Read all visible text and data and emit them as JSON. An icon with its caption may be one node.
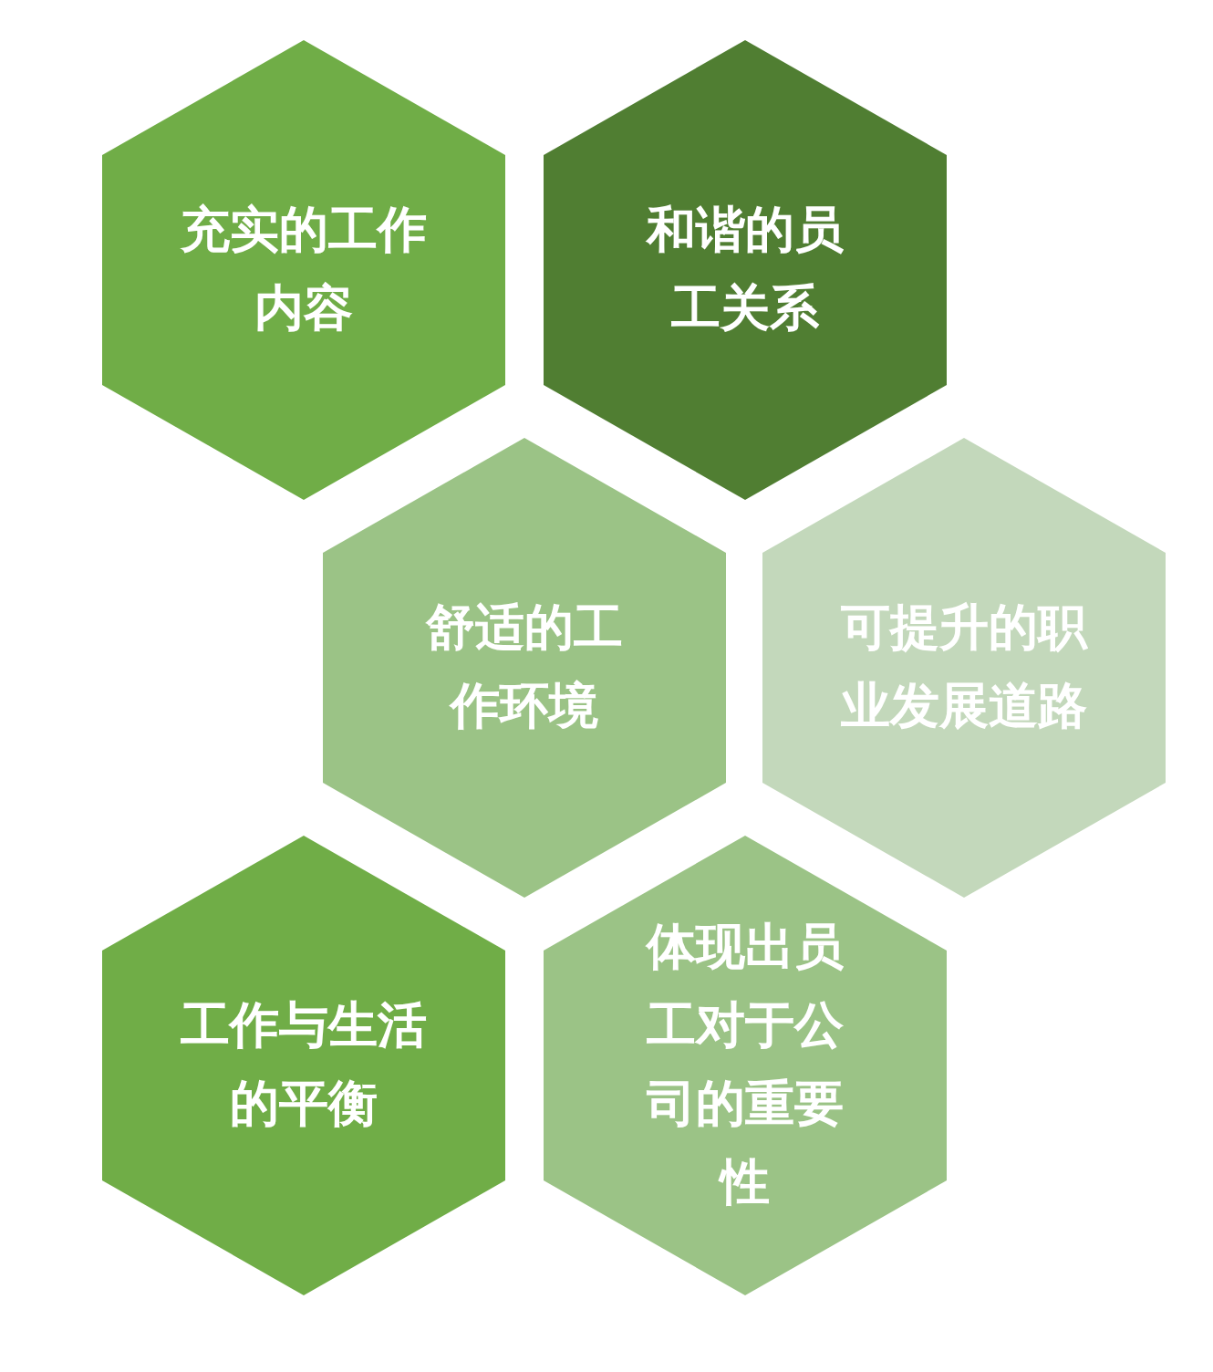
{
  "diagram": {
    "nodes": [
      {
        "text": [
          "充实的工作内容"
        ]
      },
      {
        "text": [
          "和谐的员工关系"
        ]
      },
      {
        "text": [
          "舒适的工作环境"
        ]
      },
      {
        "text": [
          "可提升的职业发展道路"
        ]
      },
      {
        "text": [
          "工作与生活的平衡"
        ]
      },
      {
        "text": [
          "体现出员工对于公司的重要性"
        ]
      }
    ]
  }
}
